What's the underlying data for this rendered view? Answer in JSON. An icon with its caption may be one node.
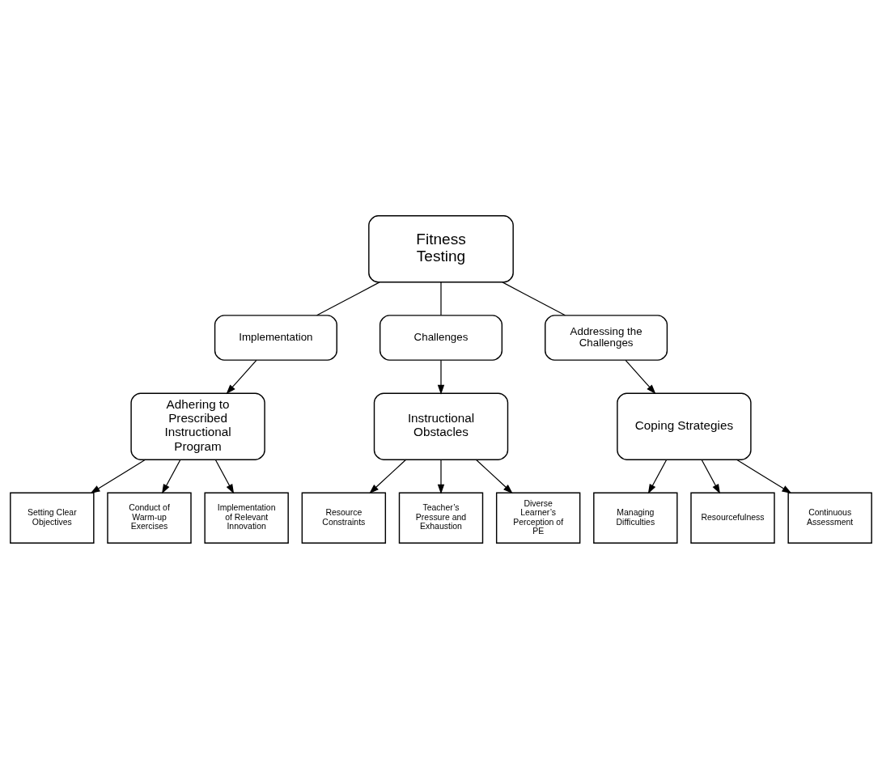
{
  "diagram": {
    "nodes": [
      {
        "text": [
          "Fitness Testing"
        ]
      },
      {
        "text": [
          "Implementation"
        ]
      },
      {
        "text": [
          "Challenges"
        ]
      },
      {
        "text": [
          "Addressing the Challenges"
        ]
      },
      {
        "text": [
          "Adhering to Prescribed Instructional Program"
        ]
      },
      {
        "text": [
          "Instructional Obstacles"
        ]
      },
      {
        "text": [
          "Coping Strategies"
        ]
      },
      {
        "text": [
          "Setting Clear Objectives"
        ]
      },
      {
        "text": [
          "Conduct of Warm-up Exercises"
        ]
      },
      {
        "text": [
          "Implementation of Relevant Innovation"
        ]
      },
      {
        "text": [
          "Resource Constraints"
        ]
      },
      {
        "text": [
          "Teacher’s Pressure and Exhaustion"
        ]
      },
      {
        "text": [
          "Diverse Learner’s Perception of PE"
        ]
      },
      {
        "text": [
          "Managing Difficulties"
        ]
      },
      {
        "text": [
          "Resourcefulness"
        ]
      },
      {
        "text": [
          "Continuous Assessment"
        ]
      }
    ],
    "edges": [
      {
        "from": 0,
        "to": 1,
        "arrow": "none"
      },
      {
        "from": 0,
        "to": 2,
        "arrow": "none"
      },
      {
        "from": 0,
        "to": 3,
        "arrow": "none"
      },
      {
        "from": 1,
        "to": 4,
        "arrow": "to"
      },
      {
        "from": 2,
        "to": 5,
        "arrow": "to"
      },
      {
        "from": 3,
        "to": 6,
        "arrow": "to"
      },
      {
        "from": 4,
        "to": 7,
        "arrow": "to"
      },
      {
        "from": 4,
        "to": 8,
        "arrow": "to"
      },
      {
        "from": 4,
        "to": 9,
        "arrow": "to"
      },
      {
        "from": 5,
        "to": 10,
        "arrow": "to"
      },
      {
        "from": 5,
        "to": 11,
        "arrow": "to"
      },
      {
        "from": 5,
        "to": 12,
        "arrow": "to"
      },
      {
        "from": 6,
        "to": 13,
        "arrow": "to"
      },
      {
        "from": 6,
        "to": 14,
        "arrow": "to"
      },
      {
        "from": 6,
        "to": 15,
        "arrow": "to"
      }
    ]
  }
}
